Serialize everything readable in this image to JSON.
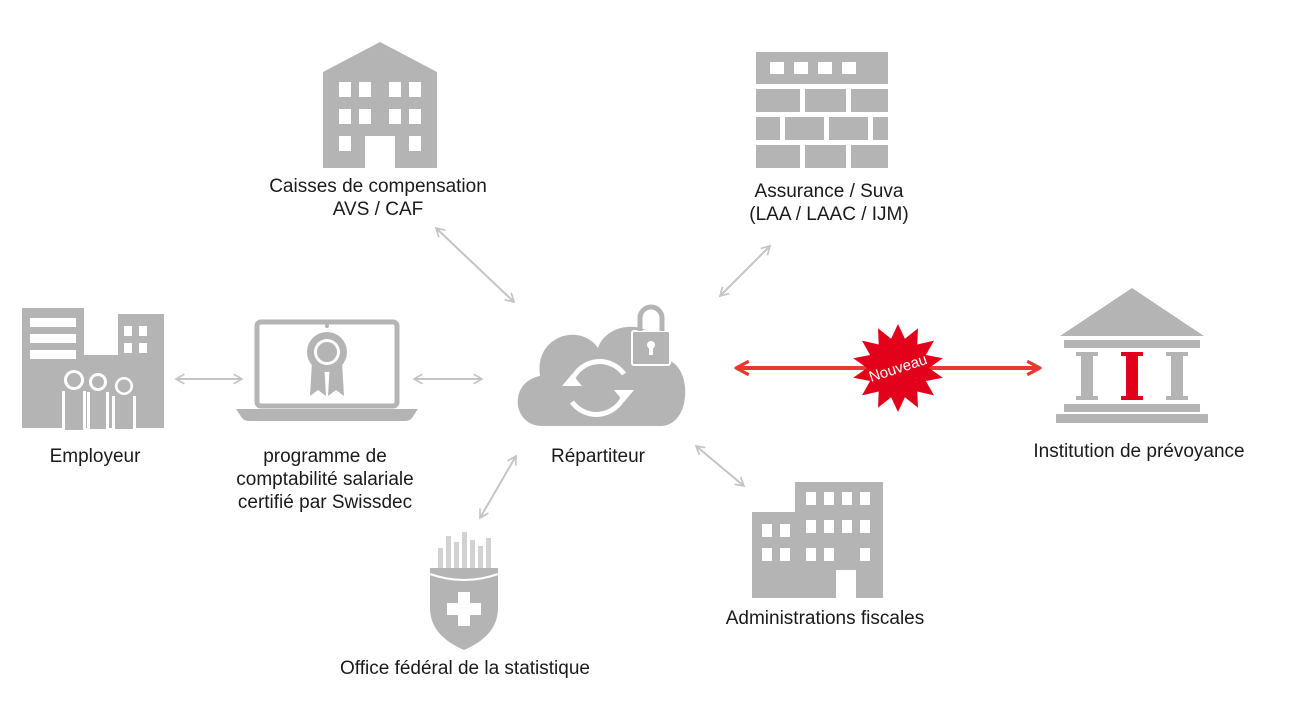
{
  "nodes": {
    "employer": {
      "label": "Employeur",
      "icon": "employer-building-icon"
    },
    "payroll_software": {
      "lines": [
        "programme de",
        "comptabilité salariale",
        "certifié par Swissdec"
      ],
      "icon": "certified-laptop-icon"
    },
    "distributor": {
      "label": "Répartiteur",
      "icon": "secure-cloud-icon"
    },
    "compensation_funds": {
      "lines": [
        "Caisses de compensation",
        "AVS / CAF"
      ],
      "icon": "office-building-icon"
    },
    "insurance": {
      "lines": [
        "Assurance / Suva",
        "(LAA / LAAC / IJM)"
      ],
      "icon": "brick-building-icon"
    },
    "tax_administrations": {
      "label": "Administrations fiscales",
      "icon": "tax-building-icon"
    },
    "statistics_office": {
      "label": "Office fédéral de la statistique",
      "icon": "swiss-shield-chart-icon"
    },
    "pension_institution": {
      "label": "Institution de prévoyance",
      "icon": "pension-institution-icon"
    }
  },
  "new_badge": {
    "label": "Nouveau"
  },
  "colors": {
    "icon_gray": "#b4b4b4",
    "arrow_gray": "#c4c4c4",
    "accent_red": "#e2001a",
    "new_arrow_red": "#e63a2e",
    "text": "#1a1a1a"
  }
}
